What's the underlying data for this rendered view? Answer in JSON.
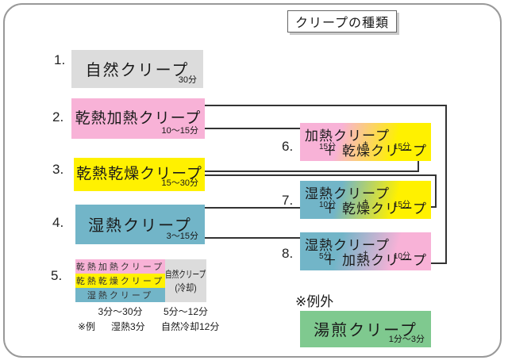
{
  "title": "クリープの種類",
  "colors": {
    "pink": "#f8b2d7",
    "yellow": "#fff100",
    "blue": "#72b5c8",
    "gray": "#dcdcdc",
    "green": "#7fc98f",
    "line": "#333333"
  },
  "items": [
    {
      "num": "1.",
      "label": "自然クリープ",
      "duration": "30分"
    },
    {
      "num": "2.",
      "label": "乾熱加熱クリープ",
      "duration": "10～15分"
    },
    {
      "num": "3.",
      "label": "乾熱乾燥クリープ",
      "duration": "15～30分"
    },
    {
      "num": "4.",
      "label": "湿熱クリープ",
      "duration": "3～15分"
    },
    {
      "num": "5.",
      "stack": [
        "乾熱加熱クリープ",
        "乾熱乾燥クリープ",
        "湿熱クリープ"
      ],
      "side_label": "自然クリープ",
      "side_sub": "(冷却)",
      "stack_duration": "3分～30分",
      "side_duration": "5分～12分",
      "note_prefix": "※例",
      "note_a": "湿熱3分",
      "note_b": "自然冷却12分"
    }
  ],
  "combos": [
    {
      "num": "6.",
      "line1": "加熱クリープ",
      "t1": "15分",
      "plus": "+",
      "t2": "15分",
      "line2": "＋ 乾燥クリープ"
    },
    {
      "num": "7.",
      "line1": "湿熱クリープ",
      "t1": "10分",
      "plus": "+",
      "t2": "15分",
      "line2": "＋ 乾燥クリープ"
    },
    {
      "num": "8.",
      "line1": "湿熱クリープ",
      "t1": "5分",
      "plus": "+",
      "t2": "10分",
      "line2": "＋ 加熱クリープ"
    }
  ],
  "exception": {
    "label": "※例外",
    "box_label": "湯煎クリープ",
    "duration": "1分～3分"
  }
}
